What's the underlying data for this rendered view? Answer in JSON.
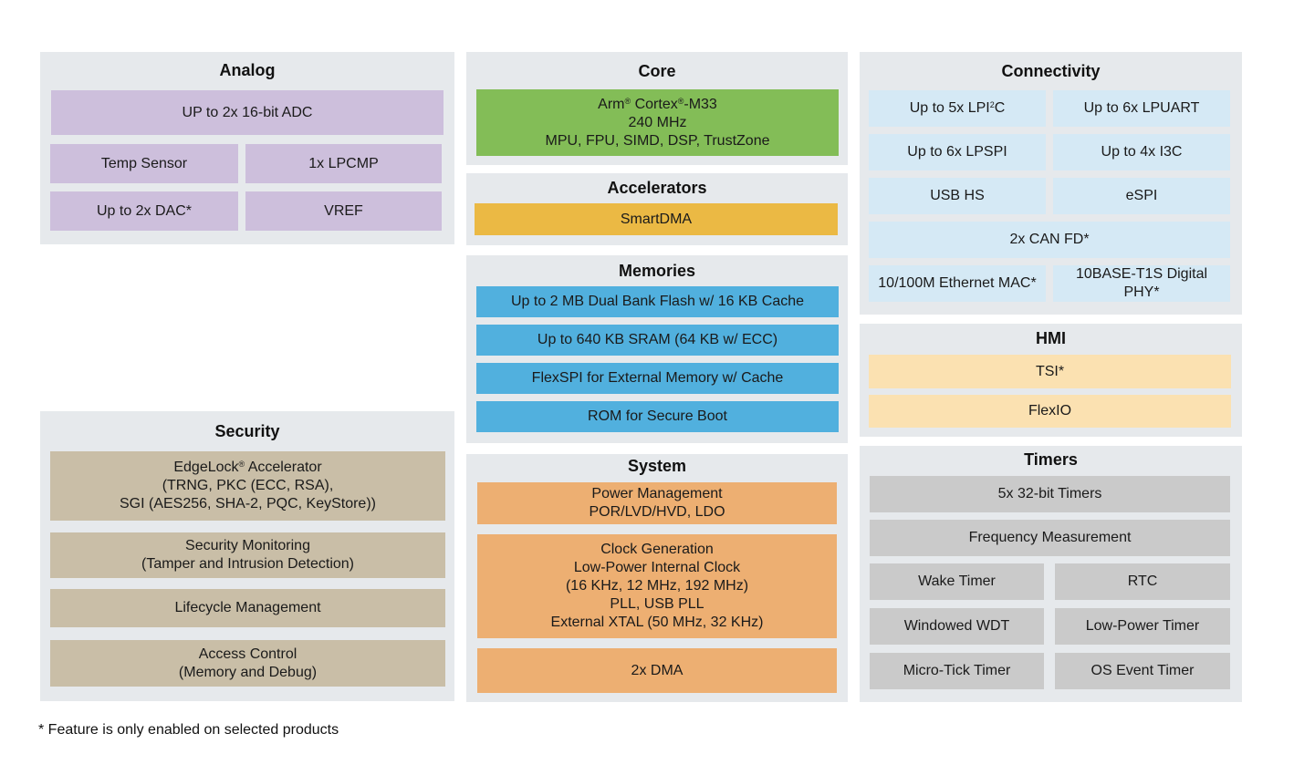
{
  "analog": {
    "title": "Analog",
    "adc": "UP to 2x 16-bit ADC",
    "temp": "Temp Sensor",
    "lpcmp": "1x LPCMP",
    "dac": "Up to 2x DAC*",
    "vref": "VREF"
  },
  "core": {
    "title": "Core",
    "cpu_arm": "Arm",
    "cpu_reg": "®",
    "cpu_cortex": " Cortex",
    "cpu_m33": "-M33",
    "freq": "240 MHz",
    "features": "MPU, FPU, SIMD, DSP, TrustZone"
  },
  "accelerators": {
    "title": "Accelerators",
    "smartdma": "SmartDMA"
  },
  "memories": {
    "title": "Memories",
    "items": [
      "Up to 2 MB Dual Bank Flash w/ 16 KB Cache",
      "Up to 640 KB SRAM (64 KB w/ ECC)",
      "FlexSPI  for External Memory w/ Cache",
      "ROM for Secure Boot"
    ]
  },
  "system": {
    "title": "System",
    "power": "Power Management\nPOR/LVD/HVD, LDO",
    "clock": "Clock Generation\nLow-Power Internal Clock\n(16 KHz, 12 MHz, 192 MHz)\nPLL, USB PLL\nExternal XTAL (50 MHz, 32 KHz)",
    "dma": "2x DMA"
  },
  "security": {
    "title": "Security",
    "edgelock_name": "EdgeLock",
    "edgelock_reg": "®",
    "edgelock_suffix": " Accelerator",
    "edgelock_details": "(TRNG, PKC (ECC, RSA),\nSGI (AES256, SHA-2, PQC, KeyStore))",
    "monitoring": "Security Monitoring\n(Tamper and Intrusion Detection)",
    "lifecycle": "Lifecycle Management",
    "access": "Access Control\n(Memory and Debug)"
  },
  "connectivity": {
    "title": "Connectivity",
    "lpi2c_pre": "Up to 5x LPI",
    "lpi2c_sup": "2",
    "lpi2c_post": "C",
    "lpuart": "Up to 6x LPUART",
    "lpspi": "Up to 6x LPSPI",
    "i3c": "Up to 4x I3C",
    "usb": "USB HS",
    "espi": "eSPI",
    "can": "2x CAN FD*",
    "ethernet": "10/100M Ethernet MAC*",
    "phy": "10BASE-T1S Digital PHY*"
  },
  "hmi": {
    "title": "HMI",
    "tsi": "TSI*",
    "flexio": "FlexIO"
  },
  "timers": {
    "title": "Timers",
    "timers32": "5x 32-bit Timers",
    "freq": "Frequency Measurement",
    "wake": "Wake Timer",
    "rtc": "RTC",
    "wdt": "Windowed WDT",
    "lptimer": "Low-Power Timer",
    "microtick": "Micro-Tick Timer",
    "osevent": "OS Event Timer"
  },
  "footnote": "* Feature is only enabled on selected products",
  "colors": {
    "panel": "#e6e9ec",
    "analog": "#cdbfdc",
    "core": "#83bd57",
    "accelerators": "#ebb944",
    "memories": "#51b0de",
    "system": "#edaf72",
    "security": "#c9bea7",
    "connectivity": "#d5e9f5",
    "hmi": "#fbe1b1",
    "timers": "#cacaca"
  }
}
